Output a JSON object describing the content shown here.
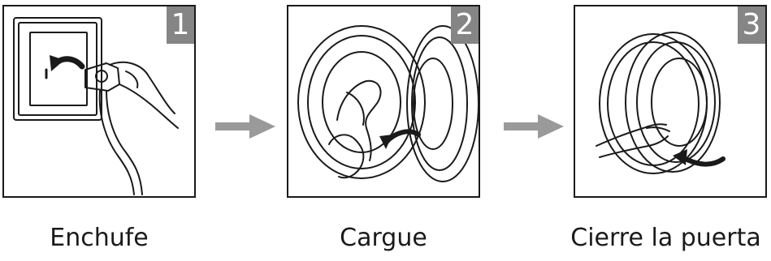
{
  "steps": [
    {
      "number": "1",
      "caption": "Enchufe",
      "icon": "plug-into-socket"
    },
    {
      "number": "2",
      "caption": "Cargue",
      "icon": "load-laundry-into-drum"
    },
    {
      "number": "3",
      "caption": "Cierre la puerta",
      "icon": "close-washer-door"
    }
  ],
  "colors": {
    "badge": "#858585",
    "arrow": "#9a9a9a",
    "line": "#1a1a1a"
  }
}
